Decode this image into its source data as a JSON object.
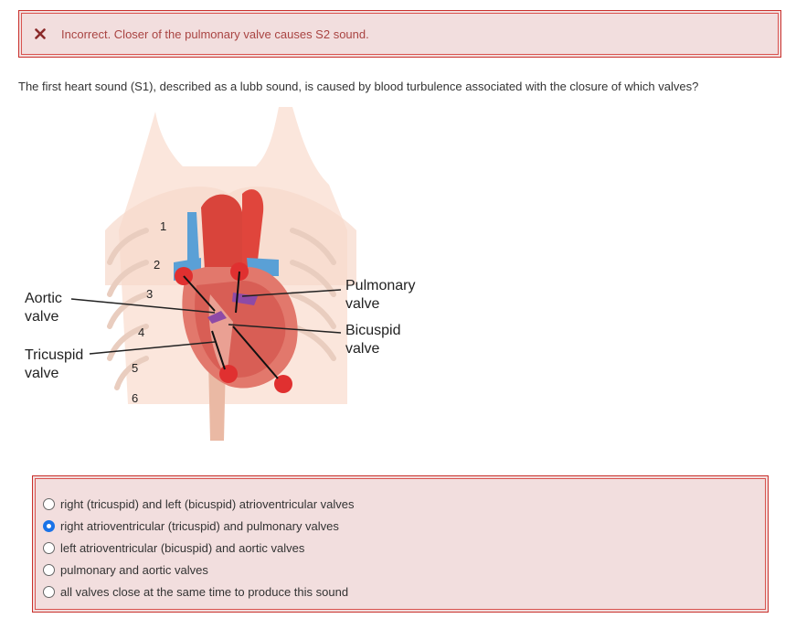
{
  "feedback": {
    "status": "incorrect",
    "icon": "close-icon",
    "text": "Incorrect. Closer of the pulmonary valve causes S2 sound.",
    "color": "#a94442"
  },
  "question": {
    "text": "The first heart sound (S1), described as a lubb sound, is caused by blood turbulence associated with the closure of which valves?"
  },
  "figure": {
    "labels": {
      "aortic_1": "Aortic",
      "aortic_2": "valve",
      "tricuspid_1": "Tricuspid",
      "tricuspid_2": "valve",
      "pulmonary_1": "Pulmonary",
      "pulmonary_2": "valve",
      "bicuspid_1": "Bicuspid",
      "bicuspid_2": "valve"
    },
    "rib_numbers": [
      "1",
      "2",
      "3",
      "4",
      "5",
      "6"
    ]
  },
  "answers": {
    "options": [
      {
        "label": "right (tricuspid) and left (bicuspid) atrioventricular valves",
        "selected": false
      },
      {
        "label": "right atrioventricular (tricuspid) and pulmonary valves",
        "selected": true
      },
      {
        "label": "left atrioventricular (bicuspid) and aortic valves",
        "selected": false
      },
      {
        "label": "pulmonary and aortic valves",
        "selected": false
      },
      {
        "label": "all valves close at the same time to produce this sound",
        "selected": false
      }
    ]
  },
  "colors": {
    "error_bg": "#f2dede",
    "error_border": "#c9302c",
    "radio_selected": "#1a73e8"
  }
}
